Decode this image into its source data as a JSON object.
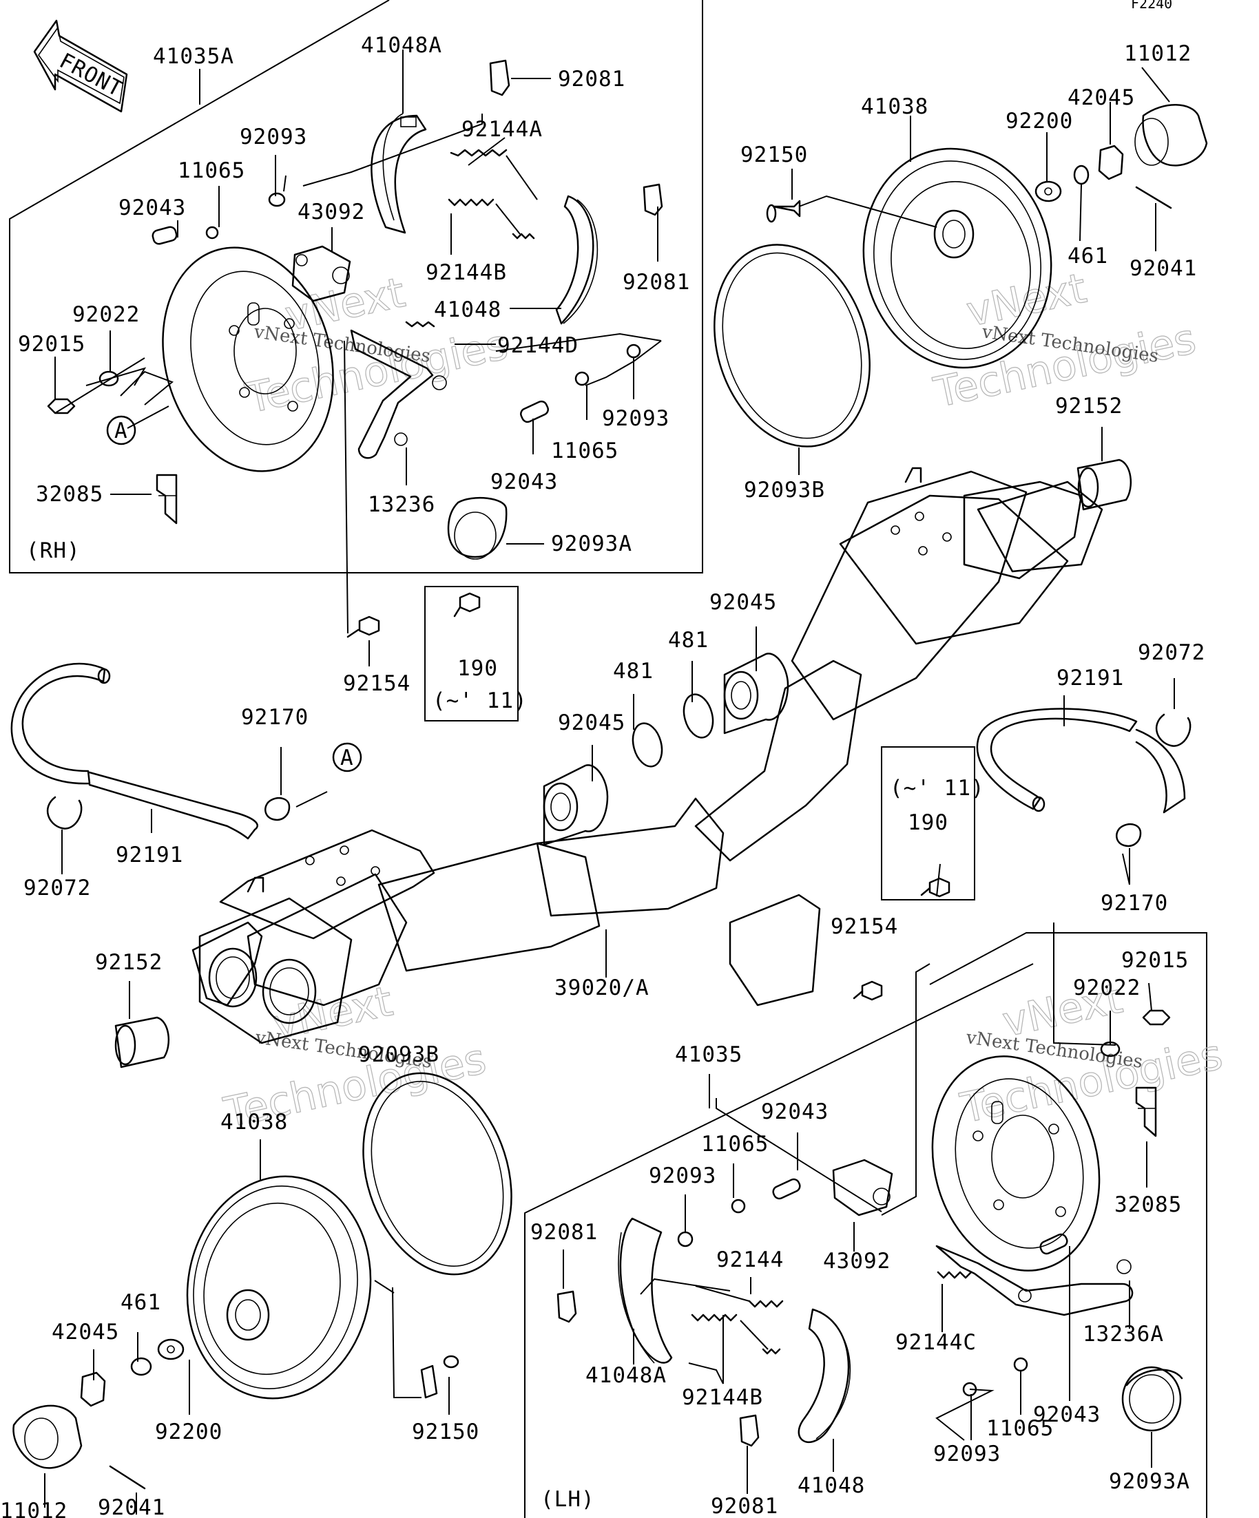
{
  "diagram_code": "F2240",
  "front_label": "FRONT",
  "watermark": {
    "brand": "vNext",
    "line": "vNext Technologies",
    "word": "Technologies"
  },
  "section_labels": {
    "rh": "(RH)",
    "lh": "(LH)"
  },
  "callout": "A",
  "labels": {
    "p41035A": "41035A",
    "p41048A_top": "41048A",
    "p92081_top1": "92081",
    "p92144A": "92144A",
    "p92093_t1": "92093",
    "p11065_t1": "11065",
    "p92043_t1": "92043",
    "p43092_t": "43092",
    "p92144B_t": "92144B",
    "p92081_top2": "92081",
    "p41048_t": "41048",
    "p92022_t": "92022",
    "p92015_t": "92015",
    "p92144D": "92144D",
    "p92093_t2": "92093",
    "p11065_t2": "11065",
    "p92043_t2": "92043",
    "p32085_t": "32085",
    "p13236": "13236",
    "p92093A_t": "92093A",
    "p11012_t": "11012",
    "p42045_t": "42045",
    "p41038_t": "41038",
    "p92200_t": "92200",
    "p92150_t": "92150",
    "p461_t": "461",
    "p92041_t": "92041",
    "p92093B_t": "92093B",
    "p92152_r": "92152",
    "p92045_r": "92045",
    "p481_a": "481",
    "p481_b": "481",
    "p92045_l": "92045",
    "p92154_t": "92154",
    "p190_t": "190",
    "p11_t": "(~' 11)",
    "p92072_r": "92072",
    "p92191_r": "92191",
    "p92170_t": "92170",
    "p92191_l": "92191",
    "p92072_l": "92072",
    "p11_m": "(~' 11)",
    "p190_m": "190",
    "p92170_r": "92170",
    "p92154_m": "92154",
    "p92152_l": "92152",
    "p39020": "39020/A",
    "p92015_b": "92015",
    "p92022_b": "92022",
    "p41035": "41035",
    "p92093B_b": "92093B",
    "p41038_b": "41038",
    "p92043_b1": "92043",
    "p11065_b1": "11065",
    "p92093_b1": "92093",
    "p92081_b1": "92081",
    "p32085_b": "32085",
    "p92144": "92144",
    "p43092_b": "43092",
    "p461_b": "461",
    "p42045_b": "42045",
    "p92144C": "92144C",
    "p13236A": "13236A",
    "p41048A_b": "41048A",
    "p92144B_b": "92144B",
    "p92043_b2": "92043",
    "p92200_b": "92200",
    "p92150_b": "92150",
    "p11065_b2": "11065",
    "p92093A_b": "92093A",
    "p92093_b2": "92093",
    "p41048_b": "41048",
    "p11012_b": "11012",
    "p92041_b": "92041",
    "p92081_b2": "92081"
  }
}
